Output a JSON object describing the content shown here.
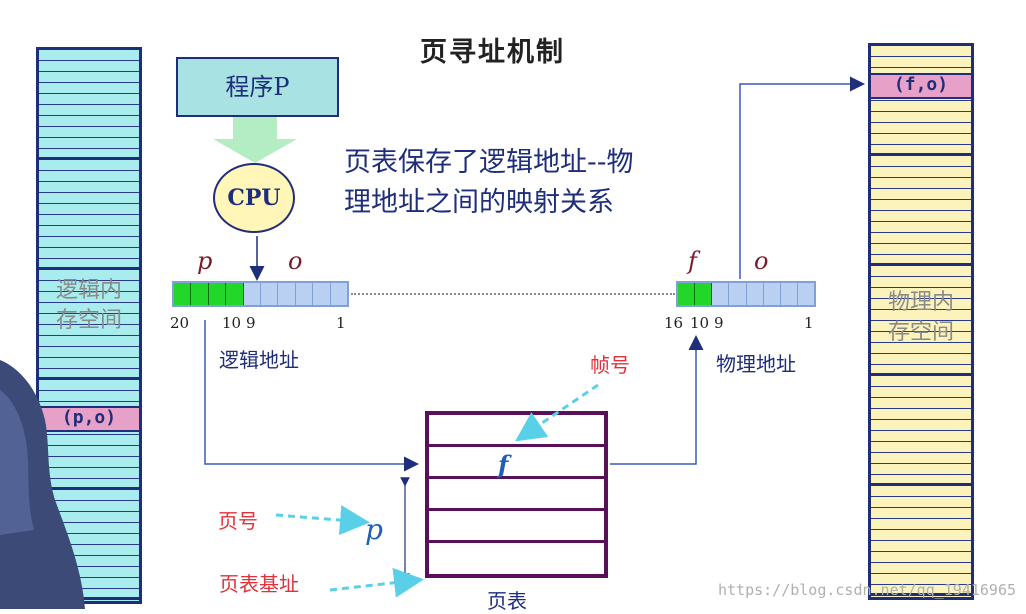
{
  "title": "页寻址机制",
  "program_box": "程序P",
  "cpu_label": "CPU",
  "caption_line1": "页表保存了逻辑地址--物",
  "caption_line2": "理地址之间的映射关系",
  "logical_memory": {
    "label_line1": "逻辑内",
    "label_line2": "存空间",
    "entry": "(p,o)"
  },
  "physical_memory": {
    "label_line1": "物理内",
    "label_line2": "存空间",
    "entry": "(f,o)"
  },
  "logical_address": {
    "label": "逻辑地址",
    "var_p": "p",
    "var_o": "o",
    "bit_20": "20",
    "bit_10": "10",
    "bit_9": "9",
    "bit_1": "1"
  },
  "physical_address": {
    "label": "物理地址",
    "var_f": "f",
    "var_o": "o",
    "bit_16": "16",
    "bit_10": "10",
    "bit_9": "9",
    "bit_1": "1"
  },
  "page_table": {
    "label": "页表",
    "entry_f": "f",
    "entry_p": "p"
  },
  "annotations": {
    "frame_number": "帧号",
    "page_number": "页号",
    "page_table_base": "页表基址"
  },
  "watermark": "https://blog.csdn.net/qq_19416965",
  "colors": {
    "memory_border": "#1f2e7a",
    "logical_fill": "#a8ecee",
    "physical_fill": "#fbf3bb",
    "entry_fill": "#e7a0c8",
    "address_green": "#22d62a",
    "address_blue": "#b9d0f2",
    "page_table_border": "#5a0f5a",
    "arrow": "#1f2e7a",
    "dashed_arrow": "#5ad0e8",
    "red_label": "#e0323a"
  }
}
